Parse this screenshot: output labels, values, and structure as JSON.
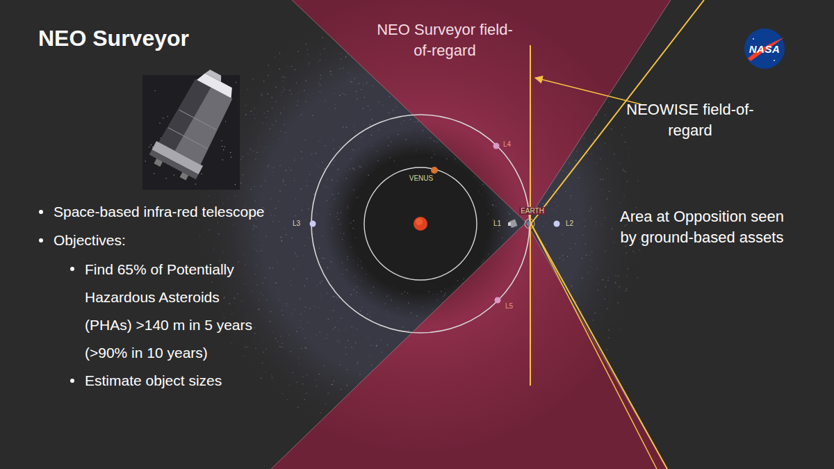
{
  "diagram": {
    "title": "NEO Surveyor",
    "nodes": [
      {
        "text": [
          "NASA"
        ]
      }
    ],
    "labels": [
      "NEO Surveyor field-of-regard",
      "NEOWISE field-of-regard",
      "Area at Opposition seen by ground-based assets",
      "Space-based infra-red telescope",
      "Objectives:",
      "Find 65% of Potentially Hazardous Asteroids (PHAs) >140 m in 5 years (>90% in 10 years)",
      "Estimate object sizes",
      "VENUS",
      "EARTH",
      "L1",
      "L2",
      "L3",
      "L4",
      "L5"
    ]
  }
}
